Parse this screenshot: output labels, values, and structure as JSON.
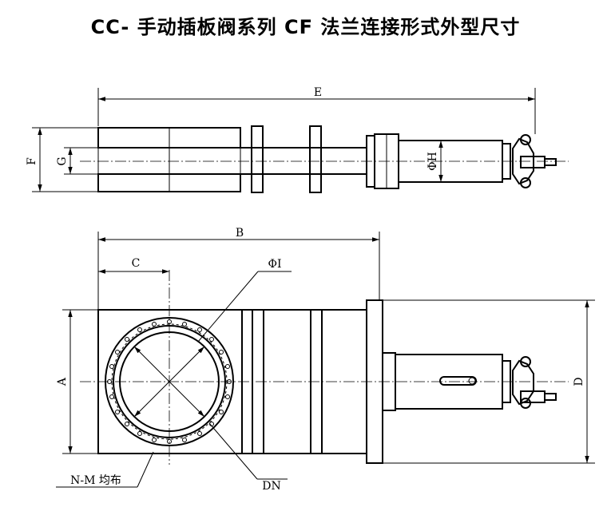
{
  "title": "CC- 手动插板阀系列 CF 法兰连接形式外型尺寸",
  "dimensions": {
    "E": "E",
    "F": "F",
    "G": "G",
    "H": "ΦH",
    "B": "B",
    "C": "C",
    "I": "ΦI",
    "A": "A",
    "D": "D",
    "NM": "N-M 均布",
    "DN": "DN"
  }
}
